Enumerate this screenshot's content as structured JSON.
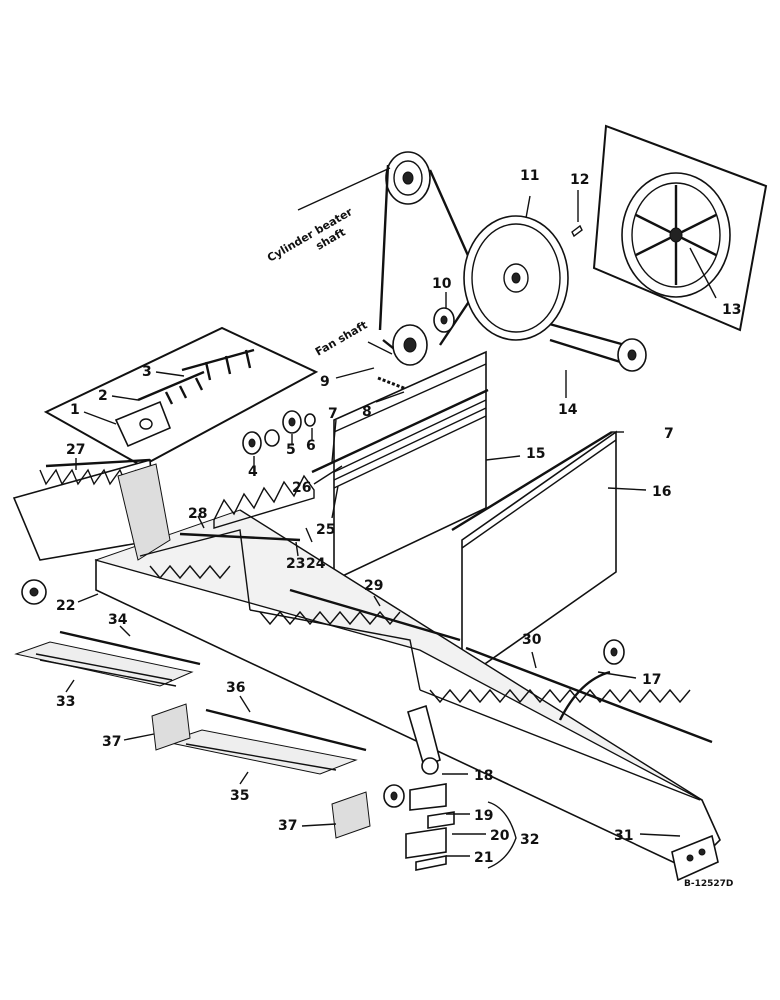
{
  "callouts": {
    "c1": "1",
    "c2": "2",
    "c3": "3",
    "c4": "4",
    "c5": "5",
    "c6": "6",
    "c7a": "7",
    "c7b": "7",
    "c8": "8",
    "c9": "9",
    "c10": "10",
    "c11": "11",
    "c12": "12",
    "c13": "13",
    "c14": "14",
    "c15": "15",
    "c16": "16",
    "c17": "17",
    "c18": "18",
    "c19": "19",
    "c20": "20",
    "c21": "21",
    "c22": "22",
    "c23": "23",
    "c24": "24",
    "c25": "25",
    "c26": "26",
    "c27": "27",
    "c28": "28",
    "c29": "29",
    "c30": "30",
    "c31": "31",
    "c32": "32",
    "c33": "33",
    "c34": "34",
    "c35": "35",
    "c36": "36",
    "c37a": "37",
    "c37b": "37"
  },
  "text_labels": {
    "cylinder_line1": "Cylinder beater",
    "cylinder_line2": "shaft",
    "fan_shaft": "Fan shaft"
  },
  "drawing_code": "B-12527D"
}
